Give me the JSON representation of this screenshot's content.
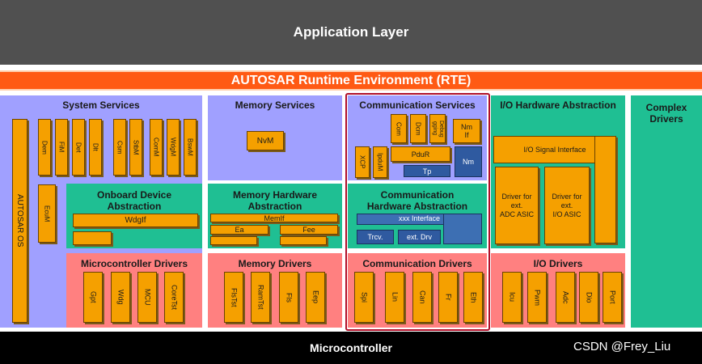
{
  "application_layer": "Application Layer",
  "rte": "AUTOSAR Runtime Environment (RTE)",
  "microcontroller": "Microcontroller",
  "watermark": "CSDN @Frey_Liu",
  "system_services": {
    "title": "System Services",
    "os": "AUTOSAR OS",
    "modules": [
      "Dem",
      "FiM",
      "Det",
      "Dlt",
      "Csm",
      "StbM",
      "ComM",
      "WdgM",
      "BswM"
    ],
    "ecum": "EcuM"
  },
  "memory_services": {
    "title": "Memory Services",
    "nvm": "NvM"
  },
  "communication_services": {
    "title": "Communication Services",
    "com": "Com",
    "dcm": "Dcm",
    "dbg": "Debug\ngging",
    "nm_if": "Nm\nIf",
    "xcp": "XCP",
    "ipdum": "IpduM",
    "pdur": "PduR",
    "tp": "Tp",
    "nm": "Nm"
  },
  "io_hw_abstraction": {
    "title": "I/O Hardware Abstraction",
    "signal_interface": "I/O Signal Interface",
    "driver_adc": "Driver for\next.\nADC ASIC",
    "driver_io": "Driver for\next.\nI/O ASIC"
  },
  "complex_drivers": {
    "title": "Complex\nDrivers"
  },
  "onboard_device_abstraction": {
    "title": "Onboard Device\nAbstraction",
    "wdgif": "WdgIf"
  },
  "memory_hw_abstraction": {
    "title": "Memory Hardware\nAbstraction",
    "memif": "MemIf",
    "ea": "Ea",
    "fee": "Fee"
  },
  "comm_hw_abstraction": {
    "title": "Communication\nHardware Abstraction",
    "xxx_interface": "xxx Interface",
    "trcv": "Trcv.",
    "ext_drv": "ext. Drv"
  },
  "microcontroller_drivers": {
    "title": "Microcontroller Drivers",
    "modules": [
      "Gpt",
      "Wdg",
      "MCU",
      "CoreTst"
    ]
  },
  "memory_drivers": {
    "title": "Memory Drivers",
    "modules": [
      "FlsTst",
      "RamTst",
      "Fls",
      "Eep"
    ]
  },
  "communication_drivers": {
    "title": "Communication Drivers",
    "modules": [
      "Spi",
      "Lin",
      "Can",
      "Fr",
      "Eth"
    ]
  },
  "io_drivers": {
    "title": "I/O Drivers",
    "modules": [
      "Icu",
      "Pwm",
      "Adc",
      "Dio",
      "Port"
    ]
  },
  "colors": {
    "application": "#505050",
    "rte": "#ff5a14",
    "services": "#a0a0ff",
    "abstraction": "#1fbf93",
    "drivers": "#ff8080",
    "module": "#f5a000",
    "module_dark": "#2f5aa0",
    "highlight": "#b0102a",
    "microcontroller": "#000000"
  }
}
